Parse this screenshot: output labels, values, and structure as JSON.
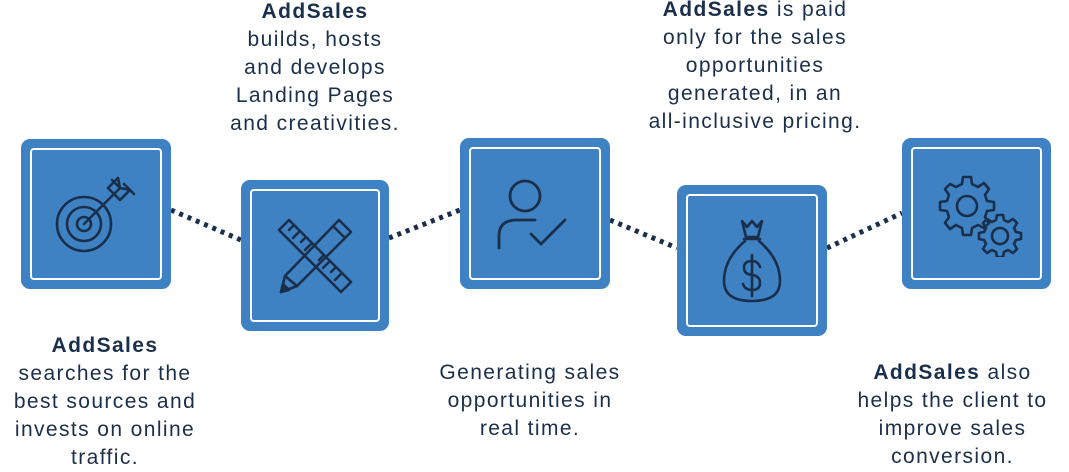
{
  "brand": "AddSales",
  "steps": [
    {
      "brand": "AddSales",
      "rest_inline": "",
      "lines": [
        "searches for the",
        "best sources and",
        "invests on online",
        "traffic."
      ],
      "icon": "target-arrow-icon"
    },
    {
      "brand": "AddSales",
      "rest_inline": "",
      "lines": [
        "builds, hosts",
        "and develops",
        "Landing Pages",
        "and creativities."
      ],
      "icon": "ruler-pencil-icon"
    },
    {
      "brand": "",
      "rest_inline": "",
      "lines": [
        "Generating sales",
        "opportunities in",
        "real time."
      ],
      "icon": "user-check-icon"
    },
    {
      "brand": "AddSales",
      "rest_inline": " is paid",
      "lines": [
        "only for the sales",
        "opportunities",
        "generated, in an",
        "all-inclusive pricing."
      ],
      "icon": "money-bag-icon"
    },
    {
      "brand": "AddSales",
      "rest_inline": " also",
      "lines": [
        "helps the client to",
        "improve sales",
        "conversion."
      ],
      "icon": "gears-icon"
    }
  ],
  "colors": {
    "box": "#3e82c4",
    "text": "#1a2f4b",
    "connector": "#1a2f4b"
  }
}
